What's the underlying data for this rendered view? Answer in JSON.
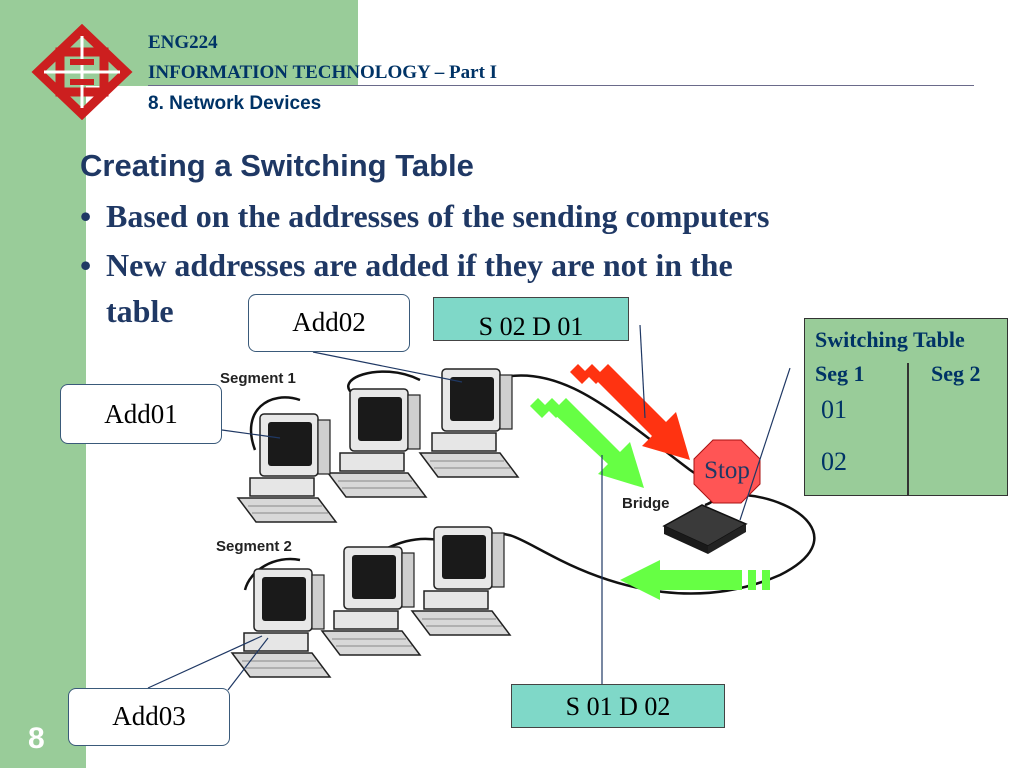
{
  "page_number": "8",
  "header": {
    "course_code": "ENG224",
    "course_title": "INFORMATION TECHNOLOGY – Part I",
    "section": "8. Network Devices"
  },
  "slide": {
    "heading": "Creating a Switching Table",
    "bullets": [
      {
        "marker": "•",
        "text": "Based on the addresses of the sending computers"
      },
      {
        "marker": "•",
        "text": "New addresses are added if they are not in the",
        "continuation": "table"
      }
    ]
  },
  "diagram": {
    "segment1_label": "Segment 1",
    "segment2_label": "Segment 2",
    "bridge_label": "Bridge",
    "stop_sign": "Stop",
    "callouts": {
      "add01": "Add01",
      "add02": "Add02",
      "add03": "Add03"
    },
    "frame_top": "S 02    D 01",
    "frame_bottom": "S 01    D 02",
    "colors": {
      "red_arrow": "#ff3311",
      "green_arrow": "#66ff44",
      "stop": "#ff5555",
      "frame_bg": "#7fd8c8",
      "table_bg": "#99cc99"
    }
  },
  "switching_table": {
    "title": "Switching Table",
    "col1_header": "Seg 1",
    "col2_header": "Seg 2",
    "seg1_entries": [
      "01",
      "02"
    ]
  }
}
